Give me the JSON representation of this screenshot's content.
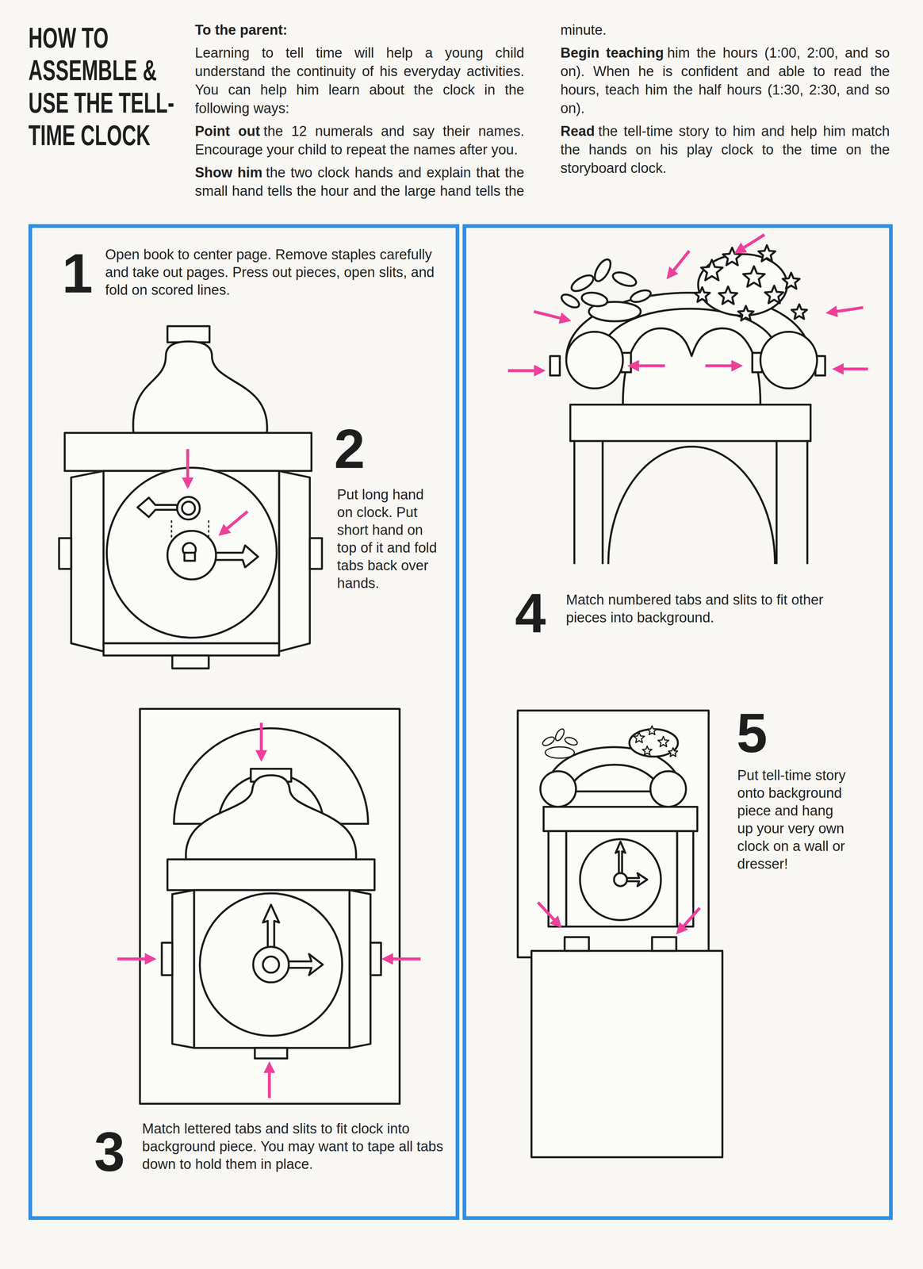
{
  "diagram": {
    "title": "HOW TO ASSEMBLE & USE THE TELL-TIME CLOCK",
    "nodes": [
      {
        "text": [
          "1",
          "Open book to center page. Remove staples carefully and take out pages. Press out pieces, open slits, and fold on scored lines.",
          "2",
          "Put long hand on clock. Put short hand on top of it and fold tabs back over hands.",
          "3",
          "Match lettered tabs and slits to fit clock into background piece. You may want to tape all tabs down to hold them in place."
        ]
      },
      {
        "text": [
          "4",
          "Match numbered tabs and slits to fit other pieces into background.",
          "5",
          "Put tell-time story onto background piece and hang up your very own clock on a wall or dresser!"
        ]
      }
    ],
    "labels": [
      "To the parent:",
      "Learning to tell time will help a young child understand the continuity of his everyday activities. You can help him learn about the clock in the following ways:",
      "Point out",
      "the 12 numerals and say their names. Encourage your child to repeat the names after you.",
      "Show him",
      "the two clock hands and explain that the small hand tells the hour and the large hand tells the minute.",
      "Begin teaching",
      "him the hours (1:00, 2:00, and so on). When he is confident and able to read the hours, teach him the half hours (1:30, 2:30, and so on).",
      "Read",
      "the tell-time story to him and help him match the hands on his play clock to the time on the storyboard clock."
    ]
  }
}
